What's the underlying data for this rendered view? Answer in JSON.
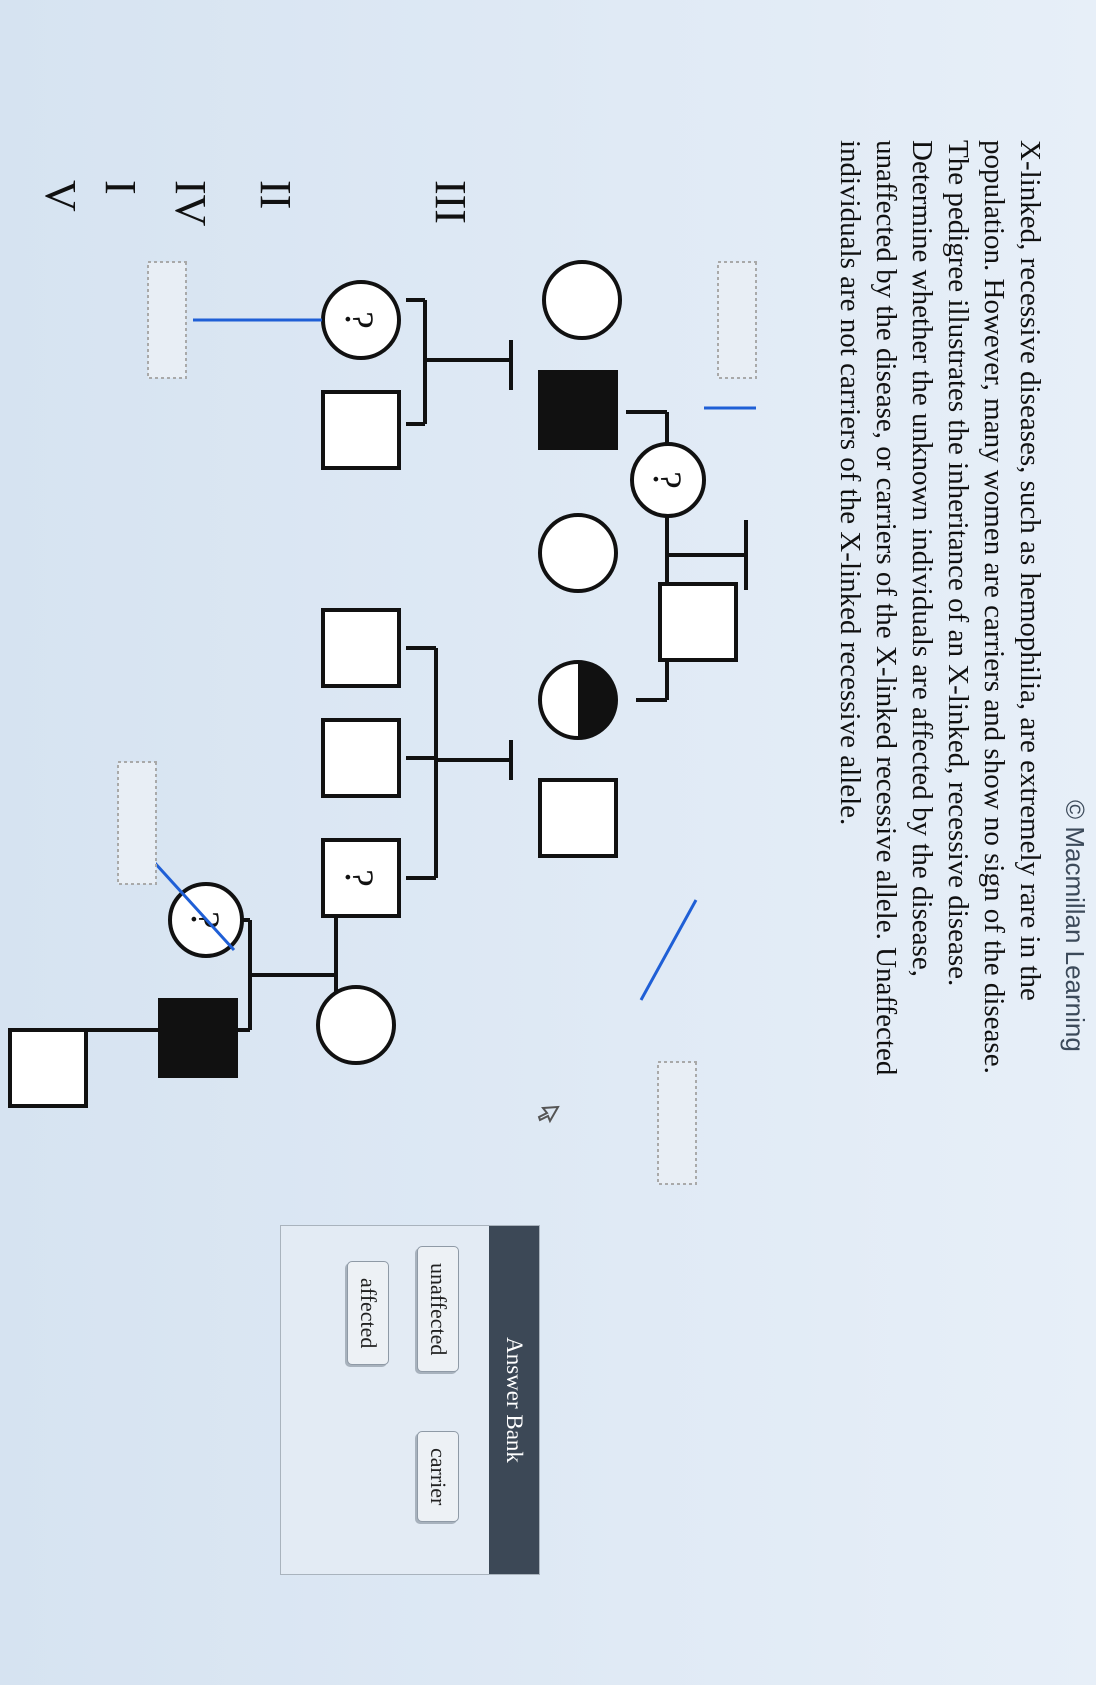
{
  "brand": {
    "copyright": "© Macmillan Learning"
  },
  "question": {
    "paragraph1": "X-linked, recessive diseases, such as hemophilia, are extremely rare in the population. However, many women are carriers and show no sign of the disease. The pedigree illustrates the inheritance of an X-linked, recessive disease.",
    "paragraph2": "Determine whether the unknown individuals are affected by the disease, unaffected by the disease, or carriers of the X-linked recessive allele. Unaffected individuals are not carriers of the X-linked recessive allele."
  },
  "pedigree": {
    "generations": [
      "I",
      "II",
      "III",
      "IV",
      "V"
    ],
    "unknown_label": "?",
    "colors": {
      "affected": "#111111",
      "connector": "#1f5fd6",
      "drop_zone_border": "#a9a9a9"
    }
  },
  "answer_bank": {
    "title": "Answer Bank",
    "options": [
      "unaffected",
      "carrier",
      "affected"
    ]
  }
}
